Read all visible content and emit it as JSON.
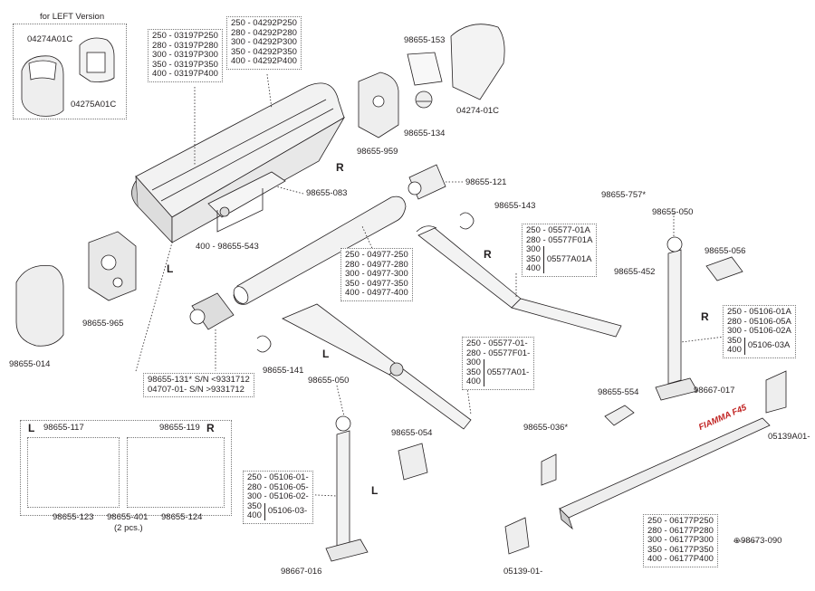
{
  "header_note": "for LEFT Version",
  "left_version": {
    "cover_a": "04274A01C",
    "cover_b": "04275A01C"
  },
  "front_tube_box": [
    "250 - 03197P250",
    "280 - 03197P280",
    "300 - 03197P300",
    "350 - 03197P350",
    "400 - 03197P400"
  ],
  "rear_tube_box": [
    "250 - 04292P250",
    "280 - 04292P280",
    "300 - 04292P300",
    "350 - 04292P350",
    "400 - 04292P400"
  ],
  "parts": {
    "p153": "98655-153",
    "p134": "98655-134",
    "p959": "98655-959",
    "p01c": "04274-01C",
    "p083": "98655-083",
    "p121": "98655-121",
    "p143": "98655-143",
    "p757": "98655-757*",
    "p050a": "98655-050",
    "p056": "98655-056",
    "p543": "400 - 98655-543",
    "p965": "98655-965",
    "p014": "98655-014",
    "p141": "98655-141",
    "p452": "98655-452",
    "p017": "98667-017",
    "p554": "98655-554",
    "p050b": "98655-050",
    "p054": "98655-054",
    "p036": "98655-036*",
    "p05139a": "05139A01-",
    "p05139": "05139-01-",
    "p016": "98667-016",
    "p090": "98673-090",
    "p117": "98655-117",
    "p119": "98655-119",
    "p123": "98655-123",
    "p401": "98655-401",
    "p401_qty": "(2 pcs.)",
    "p124": "98655-124"
  },
  "sides": {
    "R": "R",
    "L": "L"
  },
  "roller_box": [
    "250 - 04977-250",
    "280 - 04977-280",
    "300 - 04977-300",
    "350 - 04977-350",
    "400 - 04977-400"
  ],
  "serial_box": [
    "98655-131* S/N <9331712",
    "04707-01-  S/N >9331712"
  ],
  "arm_r_box": {
    "rows": [
      "250 - 05577-01A",
      "280 - 05577F01A"
    ],
    "keys": [
      "300",
      "350",
      "400"
    ],
    "val": "05577A01A"
  },
  "arm_l_box": {
    "rows": [
      "250 - 05577-01-",
      "280 - 05577F01-"
    ],
    "keys": [
      "300",
      "350",
      "400"
    ],
    "val": "05577A01-"
  },
  "leg_r_box": {
    "rows": [
      "250 - 05106-01A",
      "280 - 05106-05A",
      "300 - 05106-02A"
    ],
    "keys": [
      "350",
      "400"
    ],
    "val": "05106-03A"
  },
  "leg_l_box": {
    "rows": [
      "250 - 05106-01-",
      "280 - 05106-05-",
      "300 - 05106-02-"
    ],
    "keys": [
      "350",
      "400"
    ],
    "val": "05106-03-"
  },
  "frontbar_box": [
    "250 - 06177P250",
    "280 - 06177P280",
    "300 - 06177P300",
    "350 - 06177P350",
    "400 - 06177P400"
  ],
  "brand": "FIAMMA F45"
}
